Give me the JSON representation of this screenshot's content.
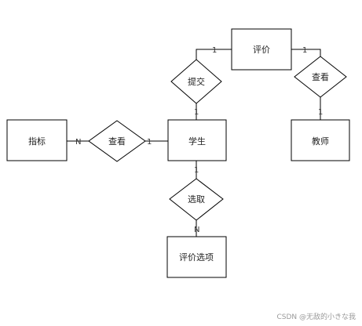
{
  "diagram": {
    "entities": {
      "evaluation": "评价",
      "student": "学生",
      "teacher": "教师",
      "indicator": "指标",
      "evaluation_option": "评价选项"
    },
    "relationships": {
      "submit": "提交",
      "teacher_view": "查看",
      "student_view": "查看",
      "select": "选取"
    },
    "cardinalities": {
      "submit_evaluation": "1",
      "submit_student": "1",
      "teacher_view_evaluation": "1",
      "teacher_view_teacher": "1",
      "student_view_indicator": "N",
      "student_view_student": "1",
      "select_student": "1",
      "select_option": "N"
    }
  },
  "footer": {
    "watermark": "CSDN @无敌的小きな我"
  },
  "colors": {
    "stroke": "#000000",
    "fill": "#ffffff",
    "watermark": "#9a9a9a"
  }
}
